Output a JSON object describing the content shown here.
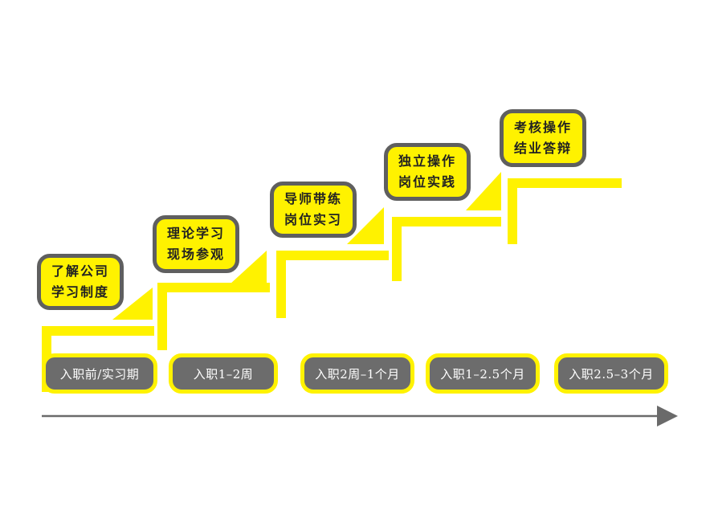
{
  "stages": [
    {
      "task": [
        "了解公司",
        "学习制度"
      ],
      "period": "入职前/实习期"
    },
    {
      "task": [
        "理论学习",
        "现场参观"
      ],
      "period": "入职1–2周"
    },
    {
      "task": [
        "导师带练",
        "岗位实习"
      ],
      "period": "入职2周–1个月"
    },
    {
      "task": [
        "独立操作",
        "岗位实践"
      ],
      "period": "入职1–2.5个月"
    },
    {
      "task": [
        "考核操作",
        "结业答辩"
      ],
      "period": "入职2.5–3个月"
    }
  ],
  "colors": {
    "accent": "#fff200",
    "box_border": "#5f5f5f",
    "pill_fill": "#6c6c6c",
    "arrow": "#6a6a6a"
  }
}
